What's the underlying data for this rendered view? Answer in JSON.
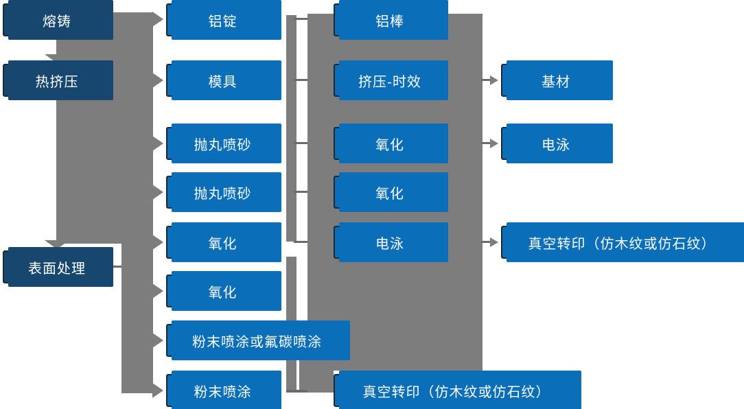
{
  "diagram_type": "process-flowchart",
  "language": "zh-CN",
  "nodes": {
    "melting": "熔铸",
    "hot_extrusion": "热挤压",
    "surface_treatment": "表面处理",
    "aluminum_ingot": "铝锭",
    "mold": "模具",
    "shot_blasting_1": "抛丸喷砂",
    "shot_blasting_2": "抛丸喷砂",
    "oxidation_1": "氧化",
    "oxidation_2": "氧化",
    "powder_or_fluorocarbon_coating": "粉末喷涂或氟碳喷涂",
    "powder_coating": "粉末喷涂",
    "aluminum_rod": "铝棒",
    "extrusion_aging": "挤压-时效",
    "oxidation_3": "氧化",
    "oxidation_4": "氧化",
    "electrophoresis_1": "电泳",
    "vacuum_transfer_1": "真空转印（仿木纹或仿石纹）",
    "base_material": "基材",
    "electrophoresis_2": "电泳",
    "vacuum_transfer_2": "真空转印（仿木纹或仿石纹）"
  },
  "colors": {
    "node_blue": "#0A6FB8",
    "node_dark_blue": "#17466E",
    "node_border": "#1B2933",
    "connector_gray": "#7D7D7D",
    "connector_line": "#6B6B6B",
    "text": "#FFFFFF",
    "background": "#FFFFFF"
  }
}
